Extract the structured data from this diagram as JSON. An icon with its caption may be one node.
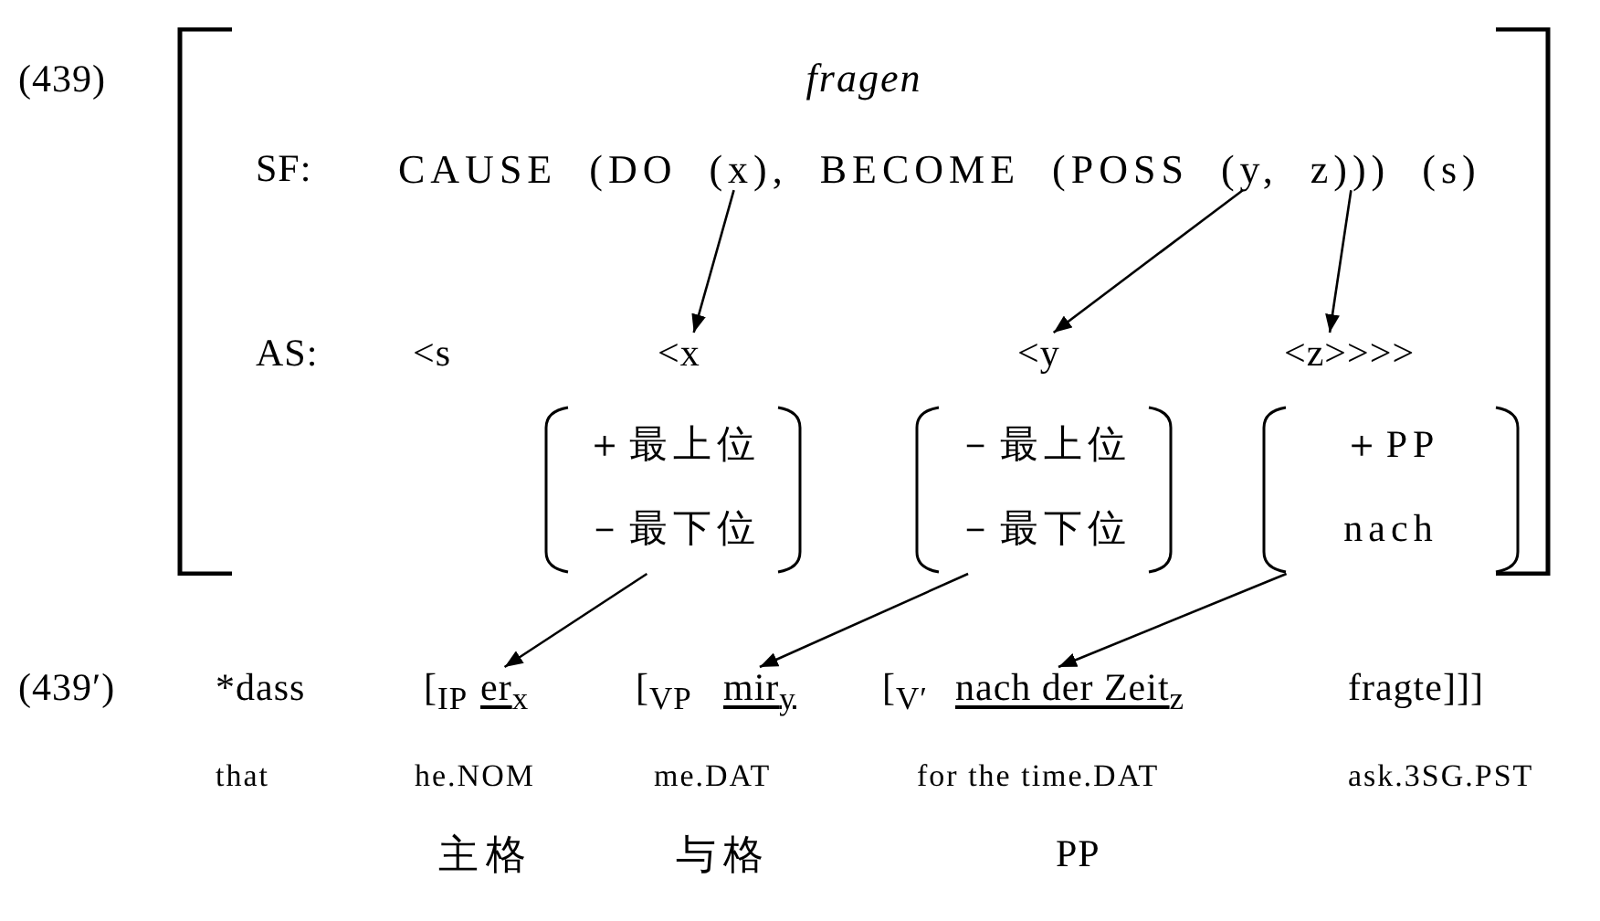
{
  "diagram": {
    "nodes": [
      {
        "text": [
          "fragen"
        ]
      },
      {
        "text": [
          "CAUSE (DO (x), BECOME (POSS (y, z))) (s)"
        ],
        "in": 0
      },
      {
        "text": [
          "<x"
        ],
        "in": 0
      },
      {
        "text": [
          "<y"
        ],
        "in": 0
      },
      {
        "text": [
          "<z>>>>"
        ],
        "in": 0
      },
      {
        "text": [
          "＋最上位",
          "－最下位"
        ],
        "in": 0
      },
      {
        "text": [
          "－最上位",
          "－最下位"
        ],
        "in": 0
      },
      {
        "text": [
          "＋PP",
          "nach"
        ],
        "in": 0
      },
      {
        "text": [
          "er$_{x}$"
        ]
      },
      {
        "text": [
          "mir$_{y}$"
        ]
      },
      {
        "text": [
          "nach der Zeit$_{z}$"
        ]
      }
    ],
    "edges": [
      {
        "from": 1,
        "to": 2,
        "arrow": "to"
      },
      {
        "from": 1,
        "to": 3,
        "arrow": "to"
      },
      {
        "from": 1,
        "to": 4,
        "arrow": "to"
      },
      {
        "from": 5,
        "to": 8,
        "arrow": "to"
      },
      {
        "from": 6,
        "to": 9,
        "arrow": "to"
      },
      {
        "from": 7,
        "to": 10,
        "arrow": "to"
      }
    ],
    "labels": [
      "(439)",
      "SF:",
      "AS:",
      "<s",
      "(439′)",
      "*dass",
      "[$_{IP}$",
      "[$_{VP}$",
      "[$_{V′}$",
      "fragte]]]",
      "that",
      "he.NOM",
      "me.DAT",
      "for the time.DAT",
      "ask.3SG.PST",
      "主格",
      "与格",
      "PP"
    ]
  }
}
